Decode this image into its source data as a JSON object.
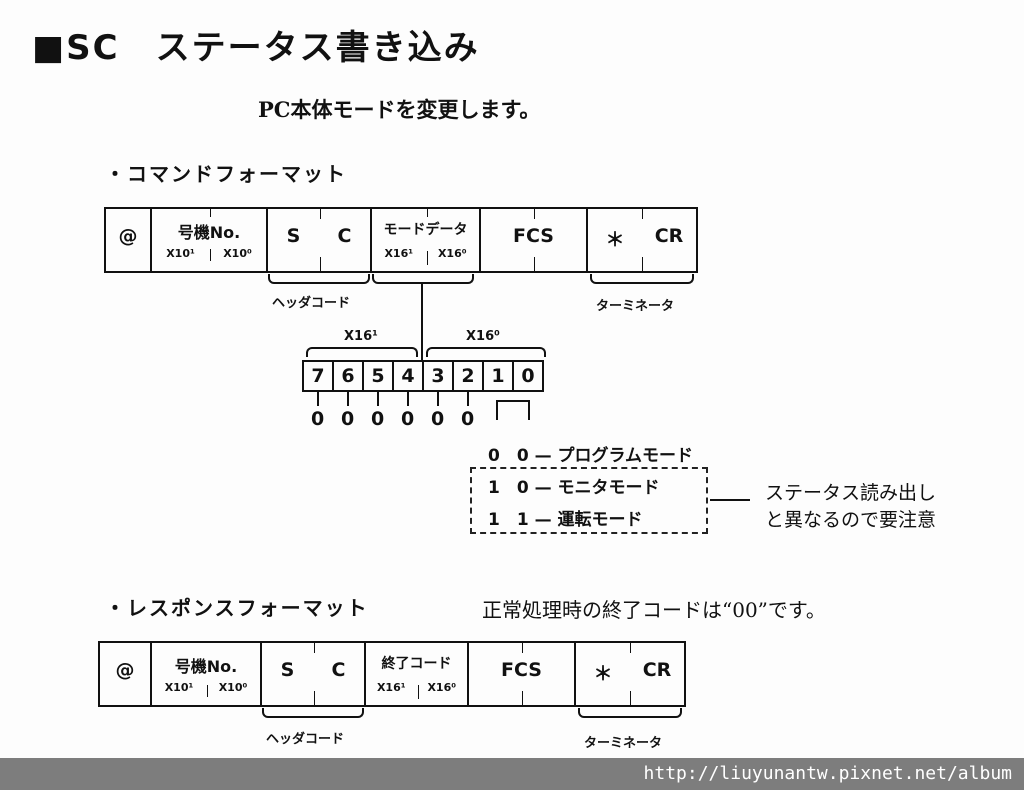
{
  "title": "■SC　ステータス書き込み",
  "subtitle": "PC本体モードを変更します。",
  "command_section": "・コマンドフォーマット",
  "command_frame": {
    "at": "@",
    "unit_no": "号機No.",
    "x10_1": "X10¹",
    "x10_0": "X10⁰",
    "s": "S",
    "c": "C",
    "mode_data": "モードデータ",
    "x16_1": "X16¹",
    "x16_0": "X16⁰",
    "fcs": "FCS",
    "star": "＊",
    "cr": "CR"
  },
  "header_code_label": "ヘッダコード",
  "terminator_label": "ターミネータ",
  "bit_groups": {
    "high": "X16¹",
    "low": "X16⁰"
  },
  "bits": [
    "7",
    "6",
    "5",
    "4",
    "3",
    "2",
    "1",
    "0"
  ],
  "bit_values": [
    "0",
    "0",
    "0",
    "0",
    "0",
    "0"
  ],
  "modes": [
    {
      "bits": "0　0",
      "label": "プログラムモード"
    },
    {
      "bits": "1　0",
      "label": "モニタモード"
    },
    {
      "bits": "1　1",
      "label": "運転モード"
    }
  ],
  "caution": [
    "ステータス読み出し",
    "と異なるので要注意"
  ],
  "response_section": "・レスポンスフォーマット",
  "response_note": "正常処理時の終了コードは“00”です。",
  "response_frame": {
    "at": "@",
    "unit_no": "号機No.",
    "x10_1": "X10¹",
    "x10_0": "X10⁰",
    "s": "S",
    "c": "C",
    "end_code": "終了コード",
    "x16_1": "X16¹",
    "x16_0": "X16⁰",
    "fcs": "FCS",
    "star": "＊",
    "cr": "CR"
  },
  "footer_url": "http://liuyunantw.pixnet.net/album"
}
